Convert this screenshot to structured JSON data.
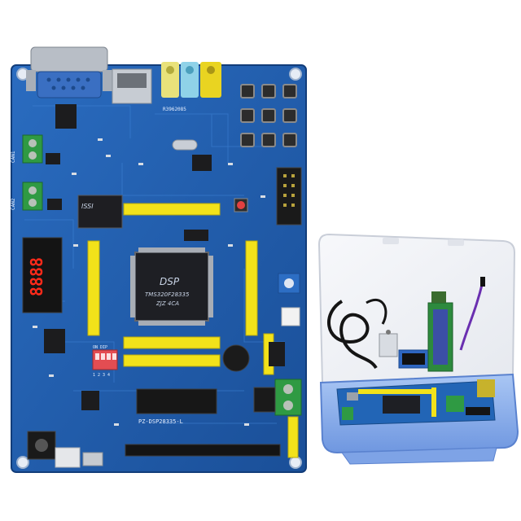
{
  "photo": {
    "subject": "DSP development board product photo",
    "background_color": "#ffffff",
    "board_color": "#1f5fb0",
    "case_color": "#8fb4ee",
    "header_color": "#f2e21a"
  },
  "board": {
    "chip_brand": "DSP",
    "chip_lines": [
      "TMS320F28335",
      "ZJZ 4CA"
    ],
    "sram_mark": "ISSI",
    "segment_display": "8888",
    "dip_label": "ON DIP",
    "dip_numbers": "1 2 3 4",
    "bottom_silk": "PZ-DSP28335-L",
    "left_terminal_labels": [
      "CAN1",
      "CAN2"
    ],
    "crystal_mark": "R3962085"
  }
}
